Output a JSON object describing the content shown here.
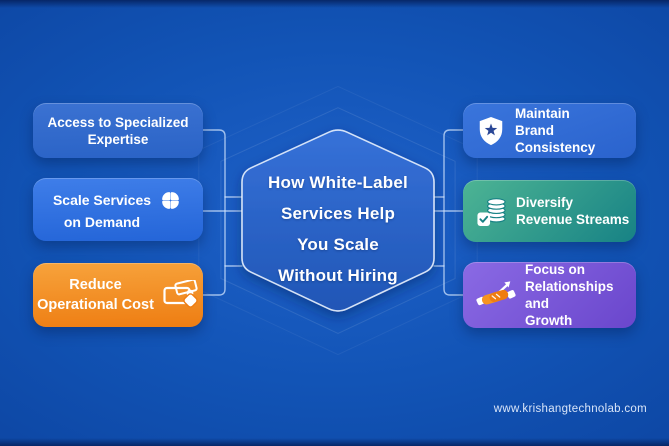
{
  "title": "How White-Label Services Help You Scale Without Hiring",
  "hexagon": {
    "title_lines": [
      "How White-Label",
      "Services Help",
      "You Scale",
      "Without Hiring"
    ]
  },
  "cards": {
    "left": [
      {
        "label": "Access to Specialized Expertise",
        "lines": [
          "Access to Specialized",
          "Expertise"
        ],
        "icon": null
      },
      {
        "label": "Scale Services on Demand",
        "lines": [
          "Scale Services",
          "on Demand"
        ],
        "icon": "clover-icon"
      },
      {
        "label": "Reduce Operational Cost",
        "lines": [
          "Reduce",
          "Operational Cost"
        ],
        "icon": "money-icon"
      }
    ],
    "right": [
      {
        "label": "Maintain Brand Consistency",
        "lines": [
          "Maintain",
          "Brand Consistency"
        ],
        "icon": "shield-star-icon"
      },
      {
        "label": "Diversify Revenue Streams",
        "lines": [
          "Diversify",
          "Revenue Streams"
        ],
        "icon": "coin-stack-icon"
      },
      {
        "label": "Focus on Relationships and Growth",
        "lines": [
          "Focus on",
          "Relationships and",
          "Growth"
        ],
        "icon": "handshake-arrow-icon"
      }
    ]
  },
  "footer": {
    "website": "www.krishangtechnolab.com"
  },
  "colors": {
    "bg-center": "#1f61c9",
    "bg-mid": "#1254b6",
    "bg-edge": "#0d46a3",
    "connector": "rgba(214,232,255,0.72)",
    "card-blue1-from": "#3b72d2",
    "card-blue1-to": "#2a63c6",
    "card-blue2-from": "#3f7ee9",
    "card-blue2-to": "#2465d8",
    "card-orange-from": "#f7a33c",
    "card-orange-to": "#ee7d12",
    "card-blue3-from": "#3a75dc",
    "card-blue3-to": "#2a63cd",
    "card-teal-from": "#4db494",
    "card-teal-to": "#178285",
    "card-purple-from": "#8a6ae4",
    "card-purple-to": "#6a46cc",
    "hex-from": "#3671d8",
    "hex-to": "#2056b6",
    "icon-star": "#2a4796",
    "icon-hand": "#f6941f",
    "icon-hand-dark": "#ef7d10",
    "text": "#ffffff"
  }
}
